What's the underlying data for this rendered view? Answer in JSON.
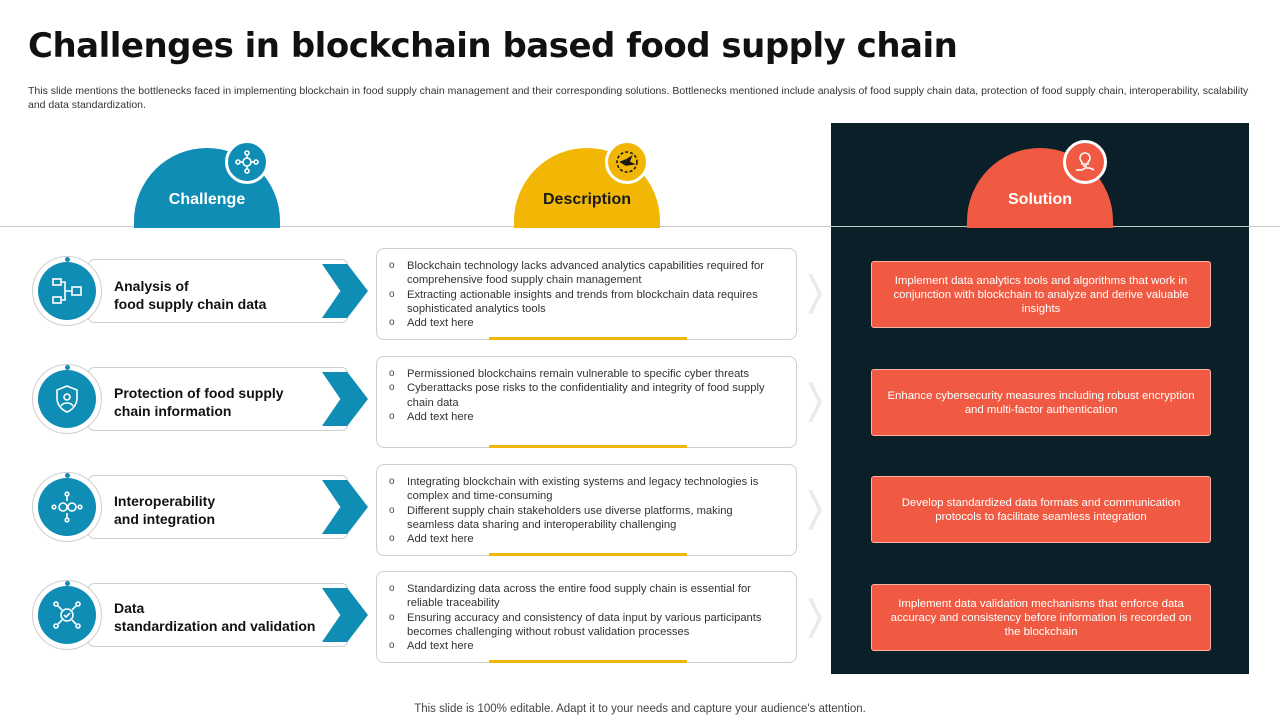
{
  "title": "Challenges in blockchain based food supply chain",
  "subtitle": "This slide mentions the bottlenecks faced in implementing blockchain in food supply chain management and their corresponding solutions. Bottlenecks mentioned include analysis of food supply chain data, protection of food supply chain, interoperability, scalability and data standardization.",
  "headers": {
    "challenge": "Challenge",
    "description": "Description",
    "solution": "Solution"
  },
  "colors": {
    "challenge": "#0f8db4",
    "description": "#f2b705",
    "solution": "#f05a42",
    "panel": "#0b1f28"
  },
  "icons": {
    "challenge_header": "network-gear-icon",
    "description_header": "bird-badge-icon",
    "solution_header": "lightbulb-hand-icon"
  },
  "rows": [
    {
      "challenge": "Analysis  of food supply chain data",
      "challenge_lines": [
        "Analysis  of",
        "food supply chain data"
      ],
      "icon": "data-flow-icon",
      "bullets": [
        "Blockchain technology lacks advanced analytics capabilities required for comprehensive food supply chain management",
        "Extracting actionable insights and trends from blockchain data requires sophisticated analytics tools",
        "Add text here"
      ],
      "solution": "Implement data analytics tools and algorithms that work in conjunction with blockchain to analyze  and derive valuable insights"
    },
    {
      "challenge": "Protection of food supply chain information",
      "challenge_lines": [
        "Protection of food supply",
        "chain information"
      ],
      "icon": "shield-user-icon",
      "bullets": [
        "Permissioned blockchains remain vulnerable to specific cyber threats",
        "Cyberattacks pose risks to the confidentiality and integrity of food supply chain data",
        "Add text here"
      ],
      "solution": "Enhance cybersecurity measures including robust encryption and multi-factor authentication"
    },
    {
      "challenge": "Interoperability and integration",
      "challenge_lines": [
        "Interoperability",
        "and integration"
      ],
      "icon": "gears-network-icon",
      "bullets": [
        "Integrating blockchain with existing systems and legacy technologies is complex and time-consuming",
        "Different supply chain stakeholders use diverse platforms, making seamless data sharing and interoperability challenging",
        "Add text here"
      ],
      "solution": "Develop standardized data formats and communication protocols to facilitate seamless integration"
    },
    {
      "challenge": "Data standardization and validation",
      "challenge_lines": [
        "Data",
        "standardization and validation"
      ],
      "icon": "check-network-icon",
      "bullets": [
        "Standardizing data across the entire food supply chain is essential for reliable traceability",
        "Ensuring accuracy and consistency of data input by various participants becomes challenging without robust validation processes",
        "Add text here"
      ],
      "solution": "Implement data validation mechanisms that enforce data accuracy and consistency before information is recorded on the blockchain"
    }
  ],
  "footer": "This slide is 100% editable. Adapt it to your needs and capture your audience's attention."
}
